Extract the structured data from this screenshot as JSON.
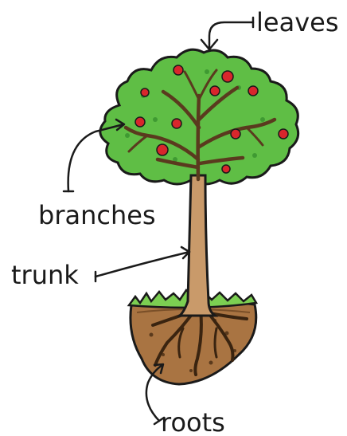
{
  "labels": {
    "leaves": "leaves",
    "branches": "branches",
    "trunk": "trunk",
    "roots": "roots"
  },
  "colors": {
    "foliage": "#5fbe45",
    "foliage_dark": "#3f9a32",
    "trunk": "#c99a6a",
    "soil": "#a97442",
    "grass": "#7ccf52",
    "apple": "#d8262c",
    "outline": "#1a1a1a"
  }
}
